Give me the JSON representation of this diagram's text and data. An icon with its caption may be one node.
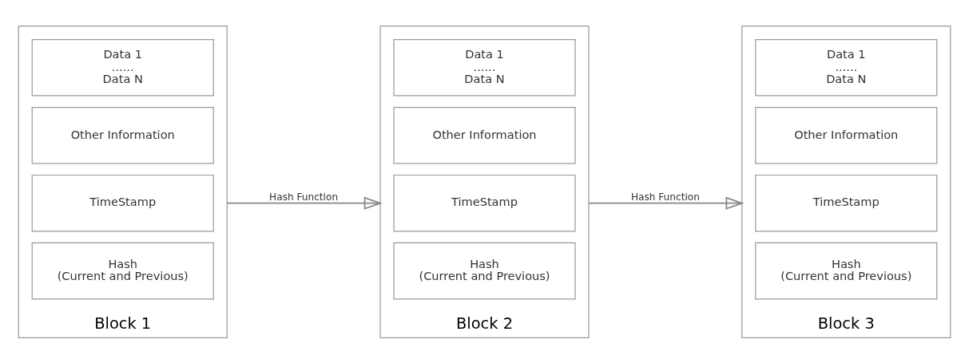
{
  "diagram": {
    "nodes": [
      {
        "text": [
          "Block 1"
        ]
      },
      {
        "text": [
          "Hash",
          "(Current and Previous)"
        ],
        "in": 0
      },
      {
        "text": [
          "TimeStamp"
        ],
        "in": 0
      },
      {
        "text": [
          "Other Information"
        ],
        "in": 0
      },
      {
        "text": [
          "Data 1",
          "......",
          "Data N"
        ],
        "in": 0
      },
      {
        "text": [
          "Block 2"
        ]
      },
      {
        "text": [
          "Hash",
          "(Current and Previous)"
        ],
        "in": 5
      },
      {
        "text": [
          "TimeStamp"
        ],
        "in": 5
      },
      {
        "text": [
          "Other Information"
        ],
        "in": 5
      },
      {
        "text": [
          "Data 1",
          "......",
          "Data N"
        ],
        "in": 5
      },
      {
        "text": [
          "Block 3"
        ]
      },
      {
        "text": [
          "Hash",
          "(Current and Previous)"
        ],
        "in": 10
      },
      {
        "text": [
          "TimeStamp"
        ],
        "in": 10
      },
      {
        "text": [
          "Other Information"
        ],
        "in": 10
      },
      {
        "text": [
          "Data 1",
          "......",
          "Data N"
        ],
        "in": 10
      }
    ],
    "edges": [
      {
        "from": 0,
        "to": 5,
        "arrow": "to",
        "label": "Hash Function"
      },
      {
        "from": 5,
        "to": 10,
        "arrow": "to",
        "label": "Hash Function"
      }
    ]
  }
}
